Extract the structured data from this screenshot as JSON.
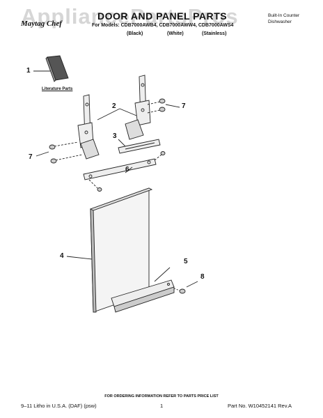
{
  "header": {
    "watermark": "AppliancePartsPros",
    "brand": "Maytag Chef",
    "title": "DOOR AND PANEL PARTS",
    "models": "For Models: CDB7000AWB4, CDB7000AWW4, CDB7000AWS4",
    "colors": {
      "black": "(Black)",
      "white": "(White)",
      "stainless": "(Stainless)"
    },
    "appliance_type_line1": "Built-In Counter",
    "appliance_type_line2": "Dishwasher"
  },
  "diagram": {
    "literature_label": "Literature Parts",
    "callouts": {
      "c1": "1",
      "c2": "2",
      "c3": "3",
      "c4": "4",
      "c5": "5",
      "c6": "6",
      "c7a": "7",
      "c7b": "7",
      "c8": "8"
    }
  },
  "footer": {
    "ordering_note": "FOR ORDERING INFORMATION REFER TO PARTS PRICE LIST",
    "litho": "9–11 Litho in U.S.A. (DAF) (psw)",
    "page_number": "1",
    "part_number": "Part No. W10452141 Rev.A"
  }
}
